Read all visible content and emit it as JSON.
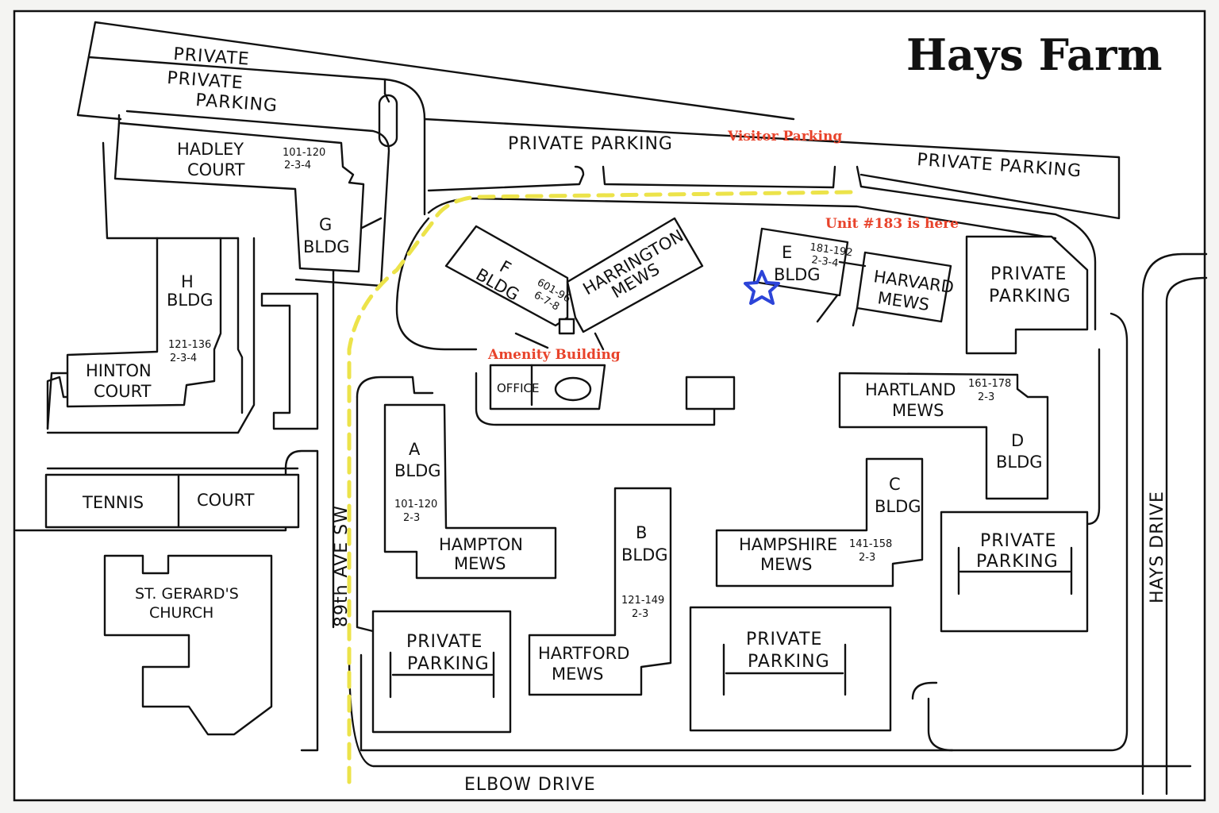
{
  "title": "Hays Farm",
  "colors": {
    "annotation": "#e8432b",
    "marker": "#2c44d8",
    "walkway": "#ece34a"
  },
  "annotations": {
    "visitor_parking": "Visitor Parking",
    "unit_here": "Unit #183 is here",
    "amenity": "Amenity Building"
  },
  "marker_icon": "star-icon",
  "streets": {
    "ave": "89th AVE SW",
    "elbow": "ELBOW DRIVE",
    "hays": "HAYS DRIVE"
  },
  "parking": {
    "private": "PRIVATE",
    "private2": "PRIVATE",
    "parking": "PARKING",
    "top": "PRIVATE PARKING",
    "right_top": "PRIVATE PARKING"
  },
  "buildings": {
    "hadley": {
      "l1": "HADLEY",
      "l2": "COURT",
      "units": "101-120",
      "beds": "2-3-4"
    },
    "g": {
      "l1": "G",
      "l2": "BLDG"
    },
    "h": {
      "l1": "H",
      "l2": "BLDG",
      "units": "121-136",
      "beds": "2-3-4"
    },
    "hinton": {
      "l1": "HINTON",
      "l2": "COURT"
    },
    "f": {
      "l1": "F",
      "l2": "BLDG",
      "units": "601-96",
      "beds": "6-7-8"
    },
    "harrington": {
      "l1": "HARRINGTON",
      "l2": "MEWS"
    },
    "e": {
      "l1": "E",
      "l2": "BLDG",
      "units": "181-192",
      "beds": "2-3-4"
    },
    "harvard": {
      "l1": "HARVARD",
      "l2": "MEWS"
    },
    "office": "OFFICE",
    "a": {
      "l1": "A",
      "l2": "BLDG",
      "units": "101-120",
      "beds": "2-3"
    },
    "hampton": {
      "l1": "HAMPTON",
      "l2": "MEWS"
    },
    "b": {
      "l1": "B",
      "l2": "BLDG",
      "units": "121-149",
      "beds": "2-3"
    },
    "hartford": {
      "l1": "HARTFORD",
      "l2": "MEWS"
    },
    "c": {
      "l1": "C",
      "l2": "BLDG",
      "units": "141-158",
      "beds": "2-3"
    },
    "hampshire": {
      "l1": "HAMPSHIRE",
      "l2": "MEWS"
    },
    "d": {
      "l1": "D",
      "l2": "BLDG"
    },
    "hartland": {
      "l1": "HARTLAND",
      "l2": "MEWS",
      "units": "161-178",
      "beds": "2-3"
    },
    "tennis": {
      "l1": "TENNIS",
      "l2": "COURT"
    },
    "church": {
      "l1": "ST. GERARD'S",
      "l2": "CHURCH"
    }
  }
}
